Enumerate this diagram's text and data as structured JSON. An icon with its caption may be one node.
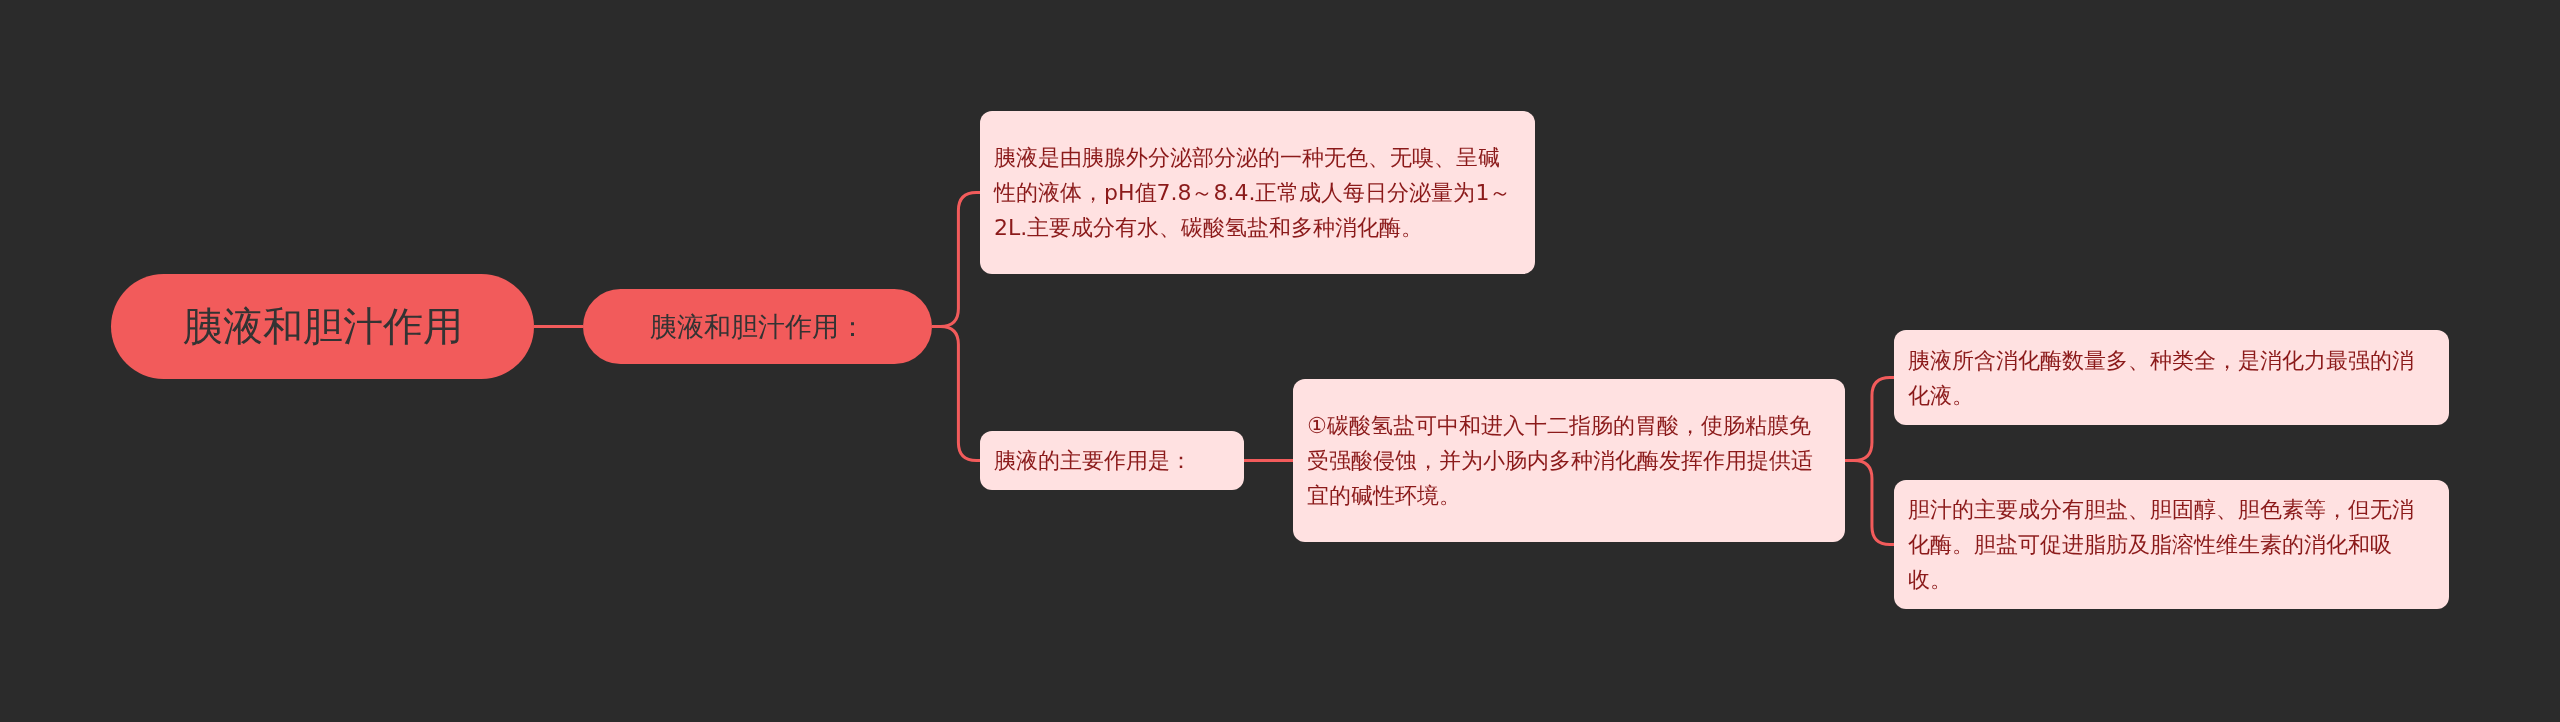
{
  "diagram": {
    "nodes": [
      {
        "text": [
          "胰液和胆汁作用"
        ]
      },
      {
        "text": [
          "胰液和胆汁作用："
        ]
      },
      {
        "text": [
          "胰液是由胰腺外分泌部分泌的一种无色、无嗅、呈碱性的液体，pH值7.8～8.4.正常成人每日分泌量为1～2L.主要成分有水、碳酸氢盐和多种消化酶。"
        ]
      },
      {
        "text": [
          "胰液的主要作用是："
        ]
      },
      {
        "text": [
          "①碳酸氢盐可中和进入十二指肠的胃酸，使肠粘膜免受强酸侵蚀，并为小肠内多种消化酶发挥作用提供适宜的碱性环境。"
        ]
      },
      {
        "text": [
          "胰液所含消化酶数量多、种类全，是消化力最强的消化液。"
        ]
      },
      {
        "text": [
          "胆汁的主要成分有胆盐、胆固醇、胆色素等，但无消化酶。胆盐可促进脂肪及脂溶性维生素的消化和吸收。"
        ]
      }
    ],
    "edges": [
      {
        "from": 0,
        "to": 1,
        "arrow": "none"
      },
      {
        "from": 1,
        "to": 2,
        "arrow": "none"
      },
      {
        "from": 1,
        "to": 3,
        "arrow": "none"
      },
      {
        "from": 3,
        "to": 4,
        "arrow": "none"
      },
      {
        "from": 4,
        "to": 5,
        "arrow": "none"
      },
      {
        "from": 4,
        "to": 6,
        "arrow": "none"
      }
    ]
  }
}
